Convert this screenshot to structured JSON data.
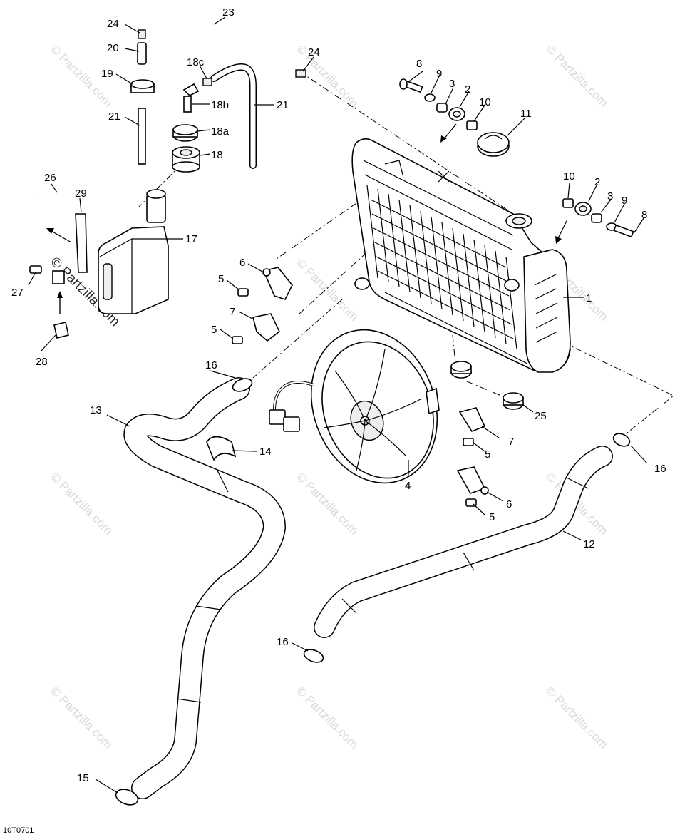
{
  "diagram": {
    "code": "10T0701",
    "watermark": "© Partzilla.com",
    "callouts": [
      "1",
      "2",
      "3",
      "4",
      "5",
      "6",
      "7",
      "8",
      "9",
      "10",
      "11",
      "12",
      "13",
      "14",
      "15",
      "16",
      "17",
      "18",
      "18a",
      "18b",
      "18c",
      "19",
      "20",
      "21",
      "23",
      "24",
      "25",
      "26",
      "27",
      "28",
      "29"
    ],
    "labels": {
      "l1": "1",
      "l2a": "2",
      "l2b": "2",
      "l3a": "3",
      "l3b": "3",
      "l4": "4",
      "l5a": "5",
      "l5b": "5",
      "l5c": "5",
      "l5d": "5",
      "l6a": "6",
      "l6b": "6",
      "l7a": "7",
      "l7b": "7",
      "l8a": "8",
      "l8b": "8",
      "l9a": "9",
      "l9b": "9",
      "l10a": "10",
      "l10b": "10",
      "l11": "11",
      "l12": "12",
      "l13": "13",
      "l14": "14",
      "l15": "15",
      "l16a": "16",
      "l16b": "16",
      "l16c": "16",
      "l17": "17",
      "l18": "18",
      "l18a": "18a",
      "l18b": "18b",
      "l18c": "18c",
      "l19": "19",
      "l20": "20",
      "l21a": "21",
      "l21b": "21",
      "l23": "23",
      "l24a": "24",
      "l24b": "24",
      "l25": "25",
      "l26": "26",
      "l27": "27",
      "l28": "28",
      "l29": "29"
    }
  }
}
